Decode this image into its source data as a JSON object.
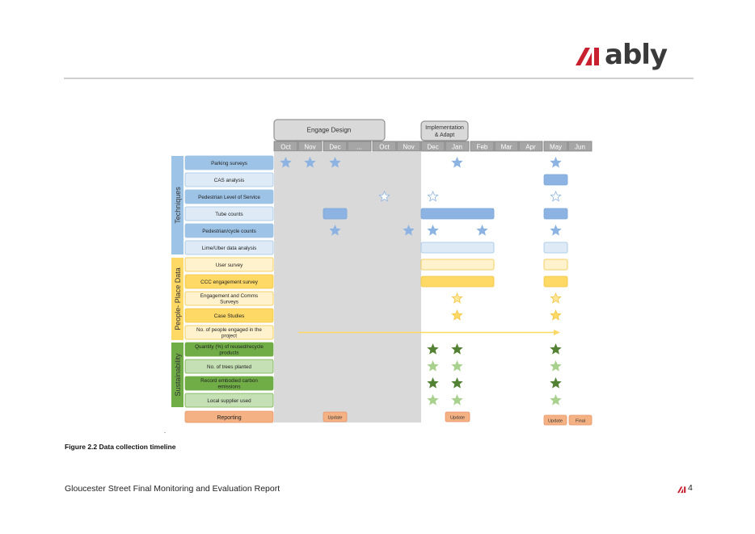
{
  "brand": {
    "logo_text": "ably",
    "accent": "#c8202f"
  },
  "timeline": {
    "phases": [
      {
        "label": "Engage Design"
      },
      {
        "label_line1": "Implementation",
        "label_line2": "& Adapt"
      }
    ],
    "months": [
      "Oct",
      "Nov",
      "Dec",
      "...",
      "Oct",
      "Nov",
      "Dec",
      "Jan",
      "Feb",
      "Mar",
      "Apr",
      "May",
      "Jun"
    ],
    "groups": [
      {
        "label": "Techniques",
        "color": "#9dc3e6"
      },
      {
        "label": "People- Place Data",
        "color": "#ffd966"
      },
      {
        "label": "Sustainability",
        "color": "#70ad47"
      }
    ],
    "rows": [
      {
        "label": "Parking surveys",
        "group": 0,
        "style": "dark"
      },
      {
        "label": "CAS analysis",
        "group": 0,
        "style": "light"
      },
      {
        "label": "Pedestrian Level of Service",
        "group": 0,
        "style": "dark"
      },
      {
        "label": "Tube counts",
        "group": 0,
        "style": "light"
      },
      {
        "label": "Pedestrian/cycle counts",
        "group": 0,
        "style": "dark"
      },
      {
        "label": "Lime/Uber data analysis",
        "group": 0,
        "style": "light"
      },
      {
        "label": "User survey",
        "group": 1,
        "style": "light"
      },
      {
        "label": "CCC engagement survey",
        "group": 1,
        "style": "dark"
      },
      {
        "label_line1": "Engagement and Comms",
        "label_line2": "Surveys",
        "group": 1,
        "style": "light"
      },
      {
        "label": "Case Studies",
        "group": 1,
        "style": "dark"
      },
      {
        "label_line1": "No. of people engaged in the",
        "label_line2": "project",
        "group": 1,
        "style": "light"
      },
      {
        "label_line1": "Quantity (%) of reused/recycle",
        "label_line2": "products",
        "group": 2,
        "style": "dark"
      },
      {
        "label": "No. of trees planted",
        "group": 2,
        "style": "light"
      },
      {
        "label_line1": "Record embodied carbon",
        "label_line2": "emissions",
        "group": 2,
        "style": "dark"
      },
      {
        "label": "Local supplier used",
        "group": 2,
        "style": "light"
      }
    ],
    "reporting": {
      "label": "Reporting",
      "boxes": [
        "Update",
        "Update",
        "Update",
        "Final"
      ]
    }
  },
  "caption": "Figure 2.2 Data collection timeline",
  "tick": "-",
  "footer": {
    "title": "Gloucester Street Final Monitoring and Evaluation Report",
    "page": "4"
  }
}
